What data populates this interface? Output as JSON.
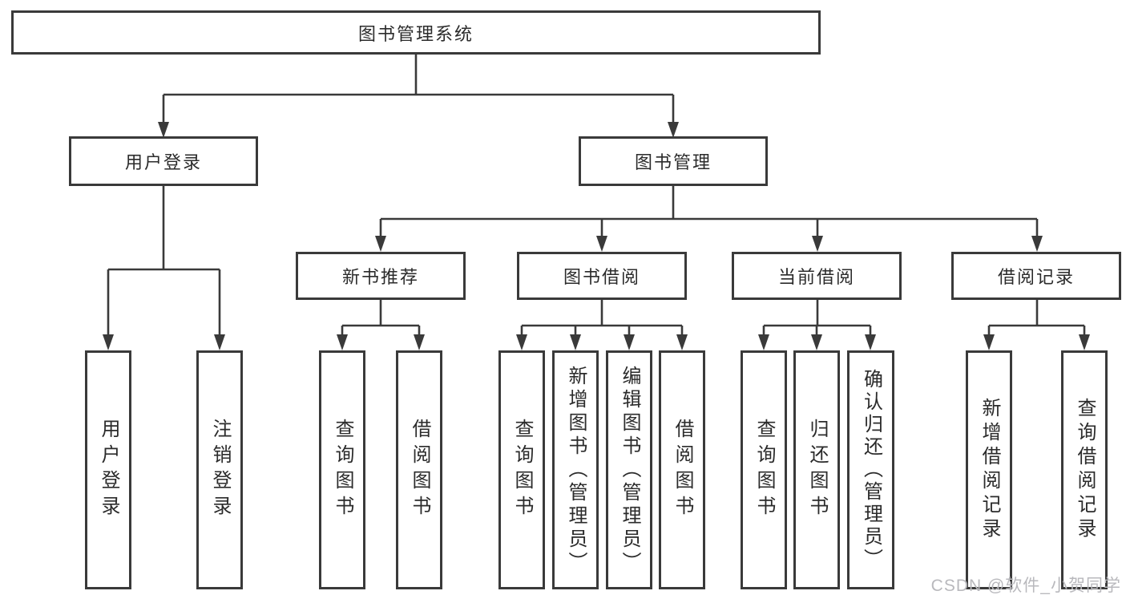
{
  "tree": {
    "label": "图书管理系统",
    "children": [
      {
        "label": "用户登录",
        "children": [
          {
            "label": "用户登录"
          },
          {
            "label": "注销登录"
          }
        ]
      },
      {
        "label": "图书管理",
        "children": [
          {
            "label": "新书推荐",
            "children": [
              {
                "label": "查询图书"
              },
              {
                "label": "借阅图书"
              }
            ]
          },
          {
            "label": "图书借阅",
            "children": [
              {
                "label": "查询图书"
              },
              {
                "label": "新增图书（管理员）"
              },
              {
                "label": "编辑图书（管理员）"
              },
              {
                "label": "借阅图书"
              }
            ]
          },
          {
            "label": "当前借阅",
            "children": [
              {
                "label": "查询图书"
              },
              {
                "label": "归还图书"
              },
              {
                "label": "确认归还（管理员）"
              }
            ]
          },
          {
            "label": "借阅记录",
            "children": [
              {
                "label": "新增借阅记录"
              },
              {
                "label": "查询借阅记录"
              }
            ]
          }
        ]
      }
    ]
  },
  "watermark": {
    "text": "CSDN @软件_小贺同学"
  },
  "colors": {
    "line": "#3a3a3a",
    "box_border": "#3a3a3a",
    "box_fill": "#ffffff",
    "text": "#2b2b2b",
    "watermark": "#b9b9bd",
    "background": "#ffffff"
  }
}
